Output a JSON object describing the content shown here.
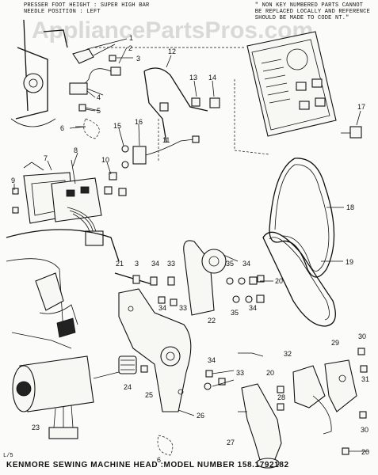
{
  "header": {
    "left_lines": [
      "PRESSER FOOT HEIGHT : SUPER HIGH BAR",
      "NEEDLE POSITION : LEFT"
    ],
    "right_lines": [
      "\" NON KEY NUMBERED PARTS CANNOT",
      "BE REPLACED LOCALLY AND REFERENCE",
      "SHOULD BE MADE TO CODE NT.\""
    ]
  },
  "watermark": "AppliancePartsPros.com",
  "footer": "KENMORE SEWING MACHINE HEAD :MODEL NUMBER 158.1792182",
  "corner_mark": "L/5",
  "callouts": {
    "c1": "1",
    "c2": "2",
    "c3a": "3",
    "c4": "4",
    "c5": "5",
    "c6a": "6",
    "c7": "7",
    "c8": "8",
    "c9": "9",
    "c10": "10",
    "c11": "11",
    "c12": "12",
    "c13": "13",
    "c14": "14",
    "c15": "15",
    "c16": "16",
    "c17": "17",
    "c18": "18",
    "c19": "19",
    "c20a": "20",
    "c21": "21",
    "c3b": "3",
    "c34a": "34",
    "c33a": "33",
    "c35a": "35",
    "c34b": "34",
    "c33b": "33",
    "c22": "22",
    "c35b": "35",
    "c34c": "34",
    "c34d": "34",
    "c33c": "33",
    "c32": "32",
    "c29": "29",
    "c30a": "30",
    "c20b": "20",
    "c31": "31",
    "c28": "28",
    "c24": "24",
    "c25": "25",
    "c26": "26",
    "c23": "23",
    "c6b": "6",
    "c27": "27",
    "c30b": "30",
    "c20c": "20",
    "c34e": "34"
  }
}
